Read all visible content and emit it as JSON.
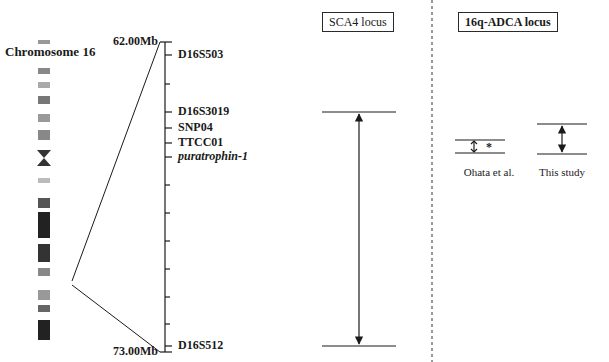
{
  "diagram": {
    "nodes": [
      {
        "text": [
          "SCA4 locus"
        ]
      },
      {
        "text": [
          "16q-ADCA locus"
        ]
      }
    ],
    "labels": [
      "Chromosome 16",
      "62.00Mb",
      "73.00Mb",
      "D16S503",
      "D16S3019",
      "SNP04",
      "TTCC01",
      "puratrophin-1",
      "D16S512",
      "*",
      "Ohata et al.",
      "This study"
    ]
  }
}
